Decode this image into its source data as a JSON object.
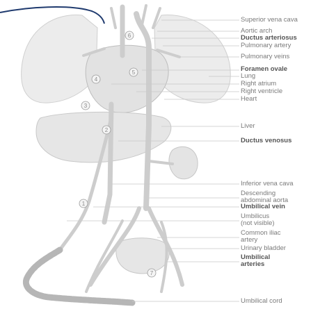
{
  "colors": {
    "vessel": "#cfcfcf",
    "organ": "#e6e6e6",
    "organ_stroke": "#c4c4c4",
    "leader": "#c8c8c8",
    "label": "#7a7a7a",
    "accent_line": "#1f3a6e"
  },
  "labels": [
    {
      "id": "superior-vena-cava",
      "lines": [
        "Superior vena cava"
      ],
      "bold": false
    },
    {
      "id": "aortic-arch",
      "lines": [
        "Aortic arch"
      ],
      "bold": false
    },
    {
      "id": "ductus-arteriosus",
      "lines": [
        "Ductus arteriosus"
      ],
      "bold": true
    },
    {
      "id": "pulmonary-artery",
      "lines": [
        "Pulmonary artery"
      ],
      "bold": false
    },
    {
      "id": "pulmonary-veins",
      "lines": [
        "Pulmonary veins"
      ],
      "bold": false
    },
    {
      "id": "foramen-ovale",
      "lines": [
        "Foramen ovale"
      ],
      "bold": true
    },
    {
      "id": "lung",
      "lines": [
        "Lung"
      ],
      "bold": false
    },
    {
      "id": "right-atrium",
      "lines": [
        "Right atrium"
      ],
      "bold": false
    },
    {
      "id": "right-ventricle",
      "lines": [
        "Right ventricle"
      ],
      "bold": false
    },
    {
      "id": "heart",
      "lines": [
        "Heart"
      ],
      "bold": false
    },
    {
      "id": "liver",
      "lines": [
        "Liver"
      ],
      "bold": false
    },
    {
      "id": "ductus-venosus",
      "lines": [
        "Ductus venosus"
      ],
      "bold": true
    },
    {
      "id": "inferior-vena-cava",
      "lines": [
        "Inferior vena cava"
      ],
      "bold": false
    },
    {
      "id": "descending-abdominal-aorta",
      "lines": [
        "Descending",
        "abdominal aorta"
      ],
      "bold": false
    },
    {
      "id": "umbilical-vein",
      "lines": [
        "Umbilical vein"
      ],
      "bold": true
    },
    {
      "id": "umbilicus",
      "lines": [
        "Umbilicus",
        "(not visible)"
      ],
      "bold": false
    },
    {
      "id": "common-iliac-artery",
      "lines": [
        "Common iliac",
        "artery"
      ],
      "bold": false
    },
    {
      "id": "urinary-bladder",
      "lines": [
        "Urinary bladder"
      ],
      "bold": false
    },
    {
      "id": "umbilical-arteries",
      "lines": [
        "Umbilical",
        "arteries"
      ],
      "bold": true
    },
    {
      "id": "umbilical-cord",
      "lines": [
        "Umbilical cord"
      ],
      "bold": false
    }
  ],
  "step_numbers": [
    "1",
    "2",
    "3",
    "4",
    "5",
    "6",
    "7"
  ]
}
